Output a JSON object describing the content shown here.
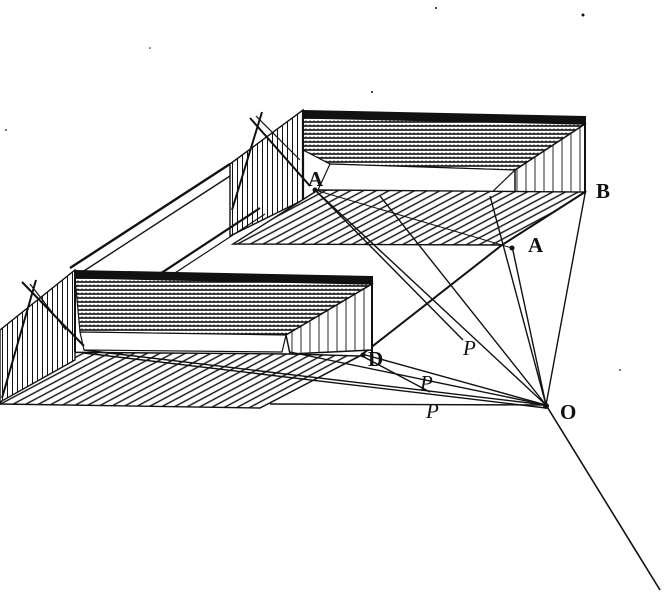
{
  "figure": {
    "labels": {
      "A_upper": "A",
      "A_right": "A",
      "B": "B",
      "O": "O",
      "D": "D",
      "P1": "P",
      "P2": "P",
      "P3": "P"
    },
    "colors": {
      "ink": "#111111",
      "paper": "#ffffff"
    }
  }
}
